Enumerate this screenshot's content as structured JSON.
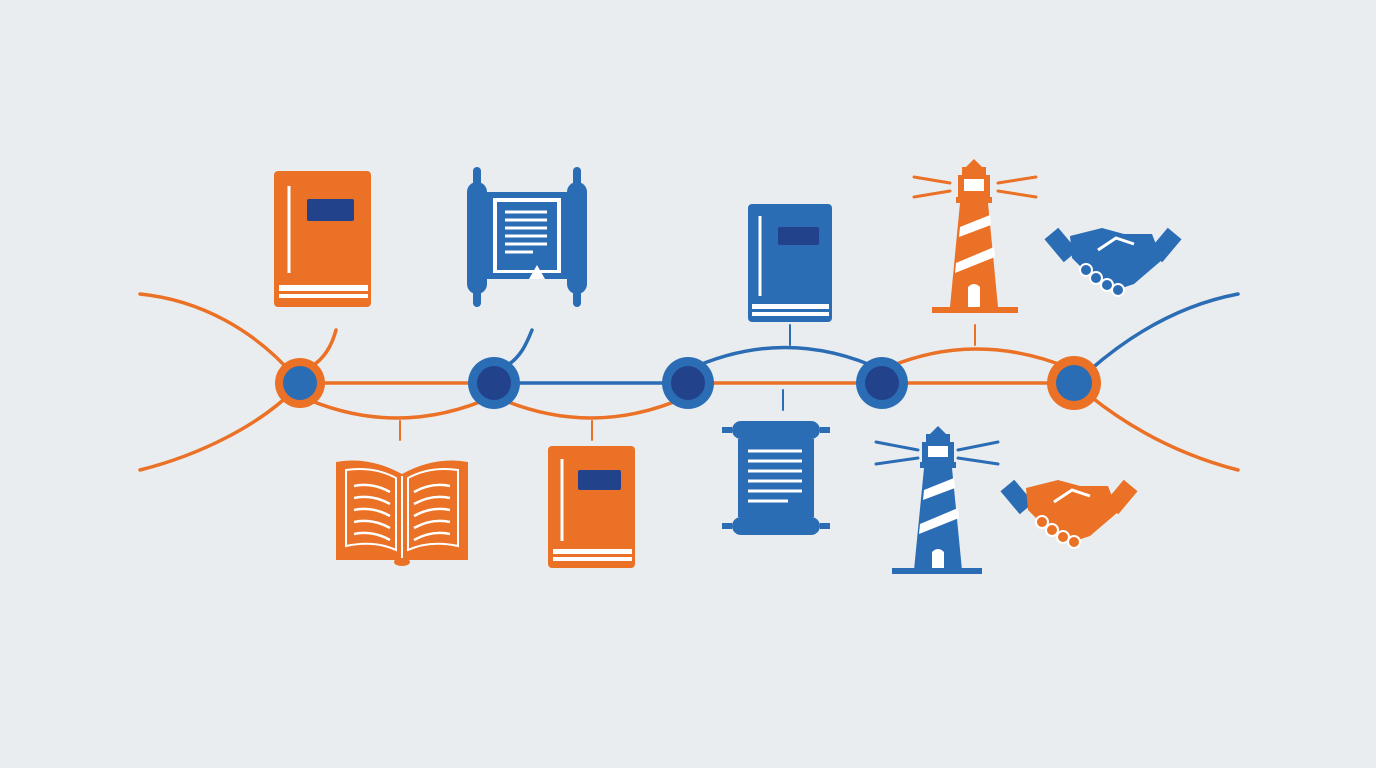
{
  "colors": {
    "background": "#eaedf0",
    "orange": "#ea7125",
    "blue": "#2b6db5",
    "navy": "#22438c",
    "paper": "#ffffff"
  },
  "nodes": [
    {
      "id": "node-1",
      "style": "orange-ring"
    },
    {
      "id": "node-2",
      "style": "blue-ring"
    },
    {
      "id": "node-3",
      "style": "blue-ring"
    },
    {
      "id": "node-4",
      "style": "blue-ring"
    },
    {
      "id": "node-5",
      "style": "orange-ring"
    }
  ],
  "icons_top": [
    {
      "icon": "closed-book-icon",
      "color": "orange"
    },
    {
      "icon": "scroll-icon",
      "color": "blue"
    },
    {
      "icon": "closed-book-icon",
      "color": "blue"
    },
    {
      "icon": "lighthouse-icon",
      "color": "orange"
    },
    {
      "icon": "handshake-icon",
      "color": "blue"
    }
  ],
  "icons_bottom": [
    {
      "icon": "open-book-icon",
      "color": "orange"
    },
    {
      "icon": "closed-book-icon",
      "color": "orange"
    },
    {
      "icon": "scroll-icon",
      "color": "blue"
    },
    {
      "icon": "lighthouse-icon",
      "color": "blue"
    },
    {
      "icon": "handshake-icon",
      "color": "orange"
    }
  ]
}
